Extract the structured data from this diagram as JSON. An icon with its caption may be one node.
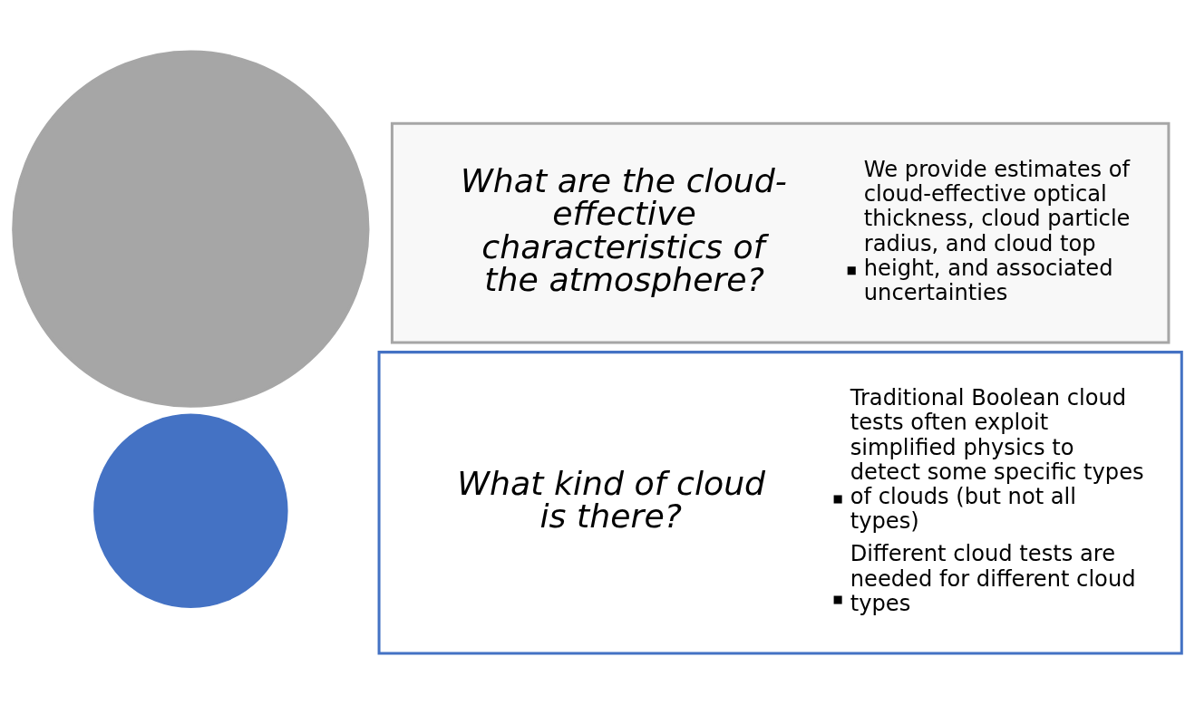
{
  "diagram": {
    "nodes": [
      {
        "text": [],
        "shape": "circle"
      },
      {
        "text": [],
        "shape": "circle"
      },
      {
        "text": [
          "What are the cloud-effective characteristics of the atmosphere?",
          "We provide estimates of cloud-effective optical thickness, cloud particle radius, and cloud top height, and associated uncertainties"
        ]
      },
      {
        "text": [
          "What kind of cloud is there?",
          "Traditional Boolean cloud tests often exploit simplified physics to detect some specific types of clouds (but not all types)",
          "Different cloud tests are needed for different cloud types"
        ]
      }
    ]
  }
}
